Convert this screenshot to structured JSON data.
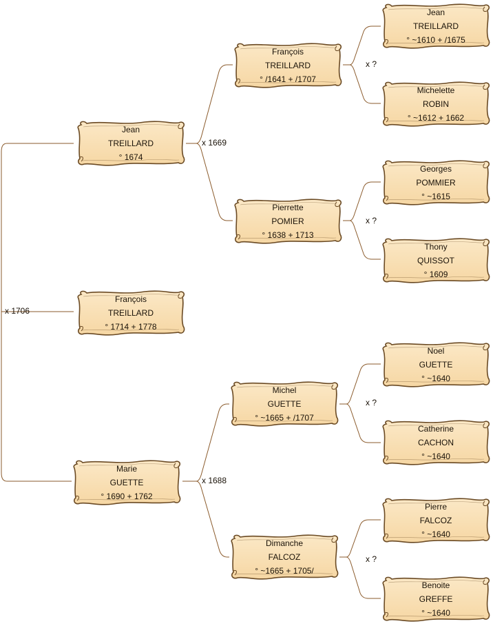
{
  "people": {
    "root": {
      "first": "François",
      "last": "TREILLARD",
      "dates": "° 1714 + 1778"
    },
    "father": {
      "first": "Jean",
      "last": "TREILLARD",
      "dates": "° 1674"
    },
    "mother": {
      "first": "Marie",
      "last": "GUETTE",
      "dates": "° 1690 + 1762"
    },
    "ff": {
      "first": "François",
      "last": "TREILLARD",
      "dates": "° /1641 + /1707"
    },
    "fm": {
      "first": "Pierrette",
      "last": "POMIER",
      "dates": "° 1638 + 1713"
    },
    "mf": {
      "first": "Michel",
      "last": "GUETTE",
      "dates": "° ~1665 + /1707"
    },
    "mm": {
      "first": "Dimanche",
      "last": "FALCOZ",
      "dates": "° ~1665 + 1705/"
    },
    "fff": {
      "first": "Jean",
      "last": "TREILLARD",
      "dates": "° ~1610 + /1675"
    },
    "ffm": {
      "first": "Michelette",
      "last": "ROBIN",
      "dates": "° ~1612 + 1662"
    },
    "fmf": {
      "first": "Georges",
      "last": "POMMIER",
      "dates": "° ~1615"
    },
    "fmm": {
      "first": "Thony",
      "last": "QUISSOT",
      "dates": "° 1609"
    },
    "mff": {
      "first": "Noel",
      "last": "GUETTE",
      "dates": "° ~1640"
    },
    "mfm": {
      "first": "Catherine",
      "last": "CACHON",
      "dates": "° ~1640"
    },
    "mmf": {
      "first": "Pierre",
      "last": "FALCOZ",
      "dates": "° ~1640"
    },
    "mmm": {
      "first": "Benoite",
      "last": "GREFFE",
      "dates": "° ~1640"
    }
  },
  "marriages": {
    "parents": "x 1706",
    "father": "x 1669",
    "mother": "x 1688",
    "ff": "x ?",
    "fm": "x ?",
    "mf": "x ?",
    "mm": "x ?"
  },
  "colors": {
    "scroll_fill": "#f6d7a4",
    "scroll_light": "#fbe8c6",
    "scroll_edge": "#6a4a24",
    "connector": "#8a5a2b"
  }
}
